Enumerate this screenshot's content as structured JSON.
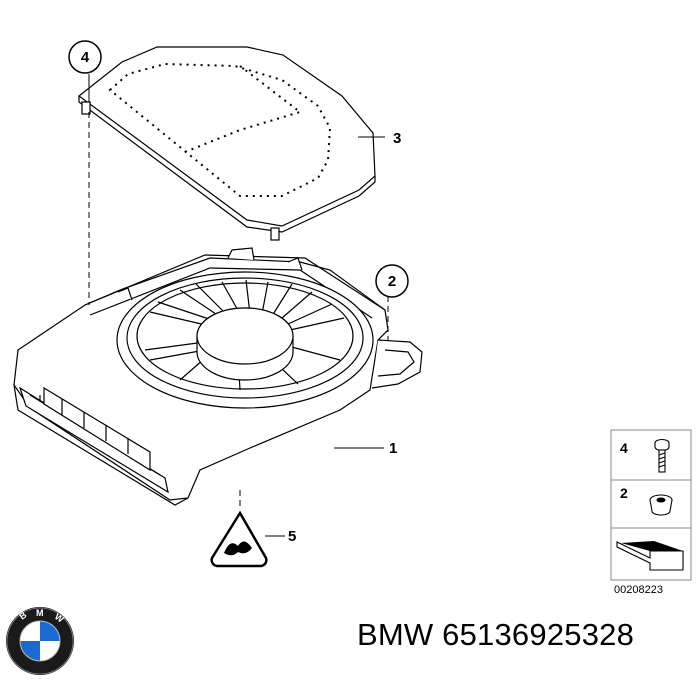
{
  "callouts": {
    "c1": "1",
    "c2": "2",
    "c3": "3",
    "c4": "4",
    "c5": "5"
  },
  "legend": {
    "row_top": "4",
    "row_mid": "2"
  },
  "reference_code": "00208223",
  "footer": {
    "brand": "BMW",
    "part_number": "65136925328",
    "text": "BMW 65136925328"
  },
  "logo_letters": "BMW",
  "colors": {
    "line": "#000000",
    "background": "#ffffff",
    "logo_blue": "#1c69d4"
  }
}
